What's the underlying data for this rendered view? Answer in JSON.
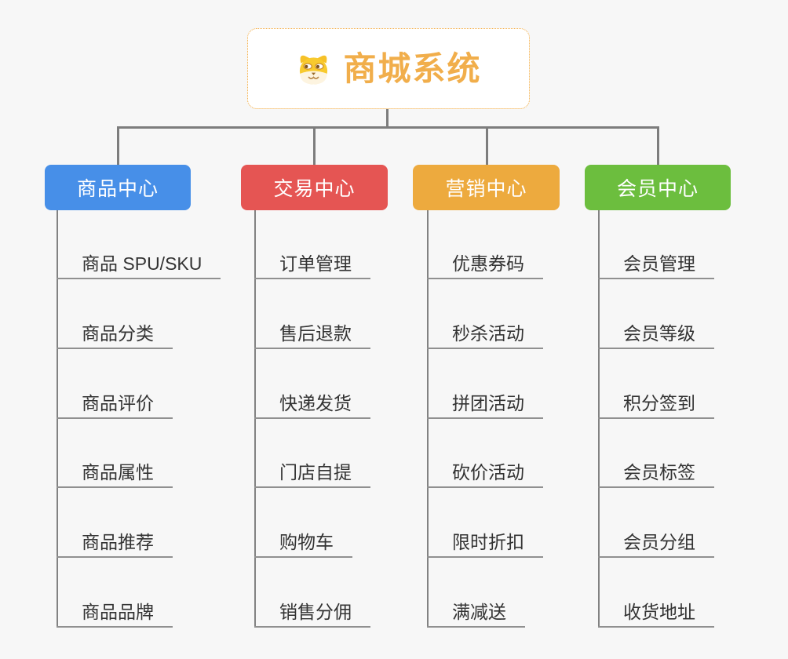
{
  "root": {
    "title": "商城系统",
    "title_color": "#f1ae4b",
    "border_color": "#f3a93c",
    "icon": "shiba-dog-icon"
  },
  "branches": [
    {
      "id": "product-center",
      "label": "商品中心",
      "color": "#478fe8",
      "children": [
        "商品 SPU/SKU",
        "商品分类",
        "商品评价",
        "商品属性",
        "商品推荐",
        "商品品牌"
      ]
    },
    {
      "id": "trade-center",
      "label": "交易中心",
      "color": "#e55553",
      "children": [
        "订单管理",
        "售后退款",
        "快递发货",
        "门店自提",
        "购物车",
        "销售分佣"
      ]
    },
    {
      "id": "marketing-center",
      "label": "营销中心",
      "color": "#edaa3e",
      "children": [
        "优惠券码",
        "秒杀活动",
        "拼团活动",
        "砍价活动",
        "限时折扣",
        "满减送"
      ]
    },
    {
      "id": "member-center",
      "label": "会员中心",
      "color": "#6cbe3e",
      "children": [
        "会员管理",
        "会员等级",
        "积分签到",
        "会员标签",
        "会员分组",
        "收货地址"
      ]
    }
  ],
  "colors": {
    "background": "#f7f7f7",
    "connector": "#7d7d7d",
    "child_underline": "#909090",
    "child_text": "#333333"
  }
}
